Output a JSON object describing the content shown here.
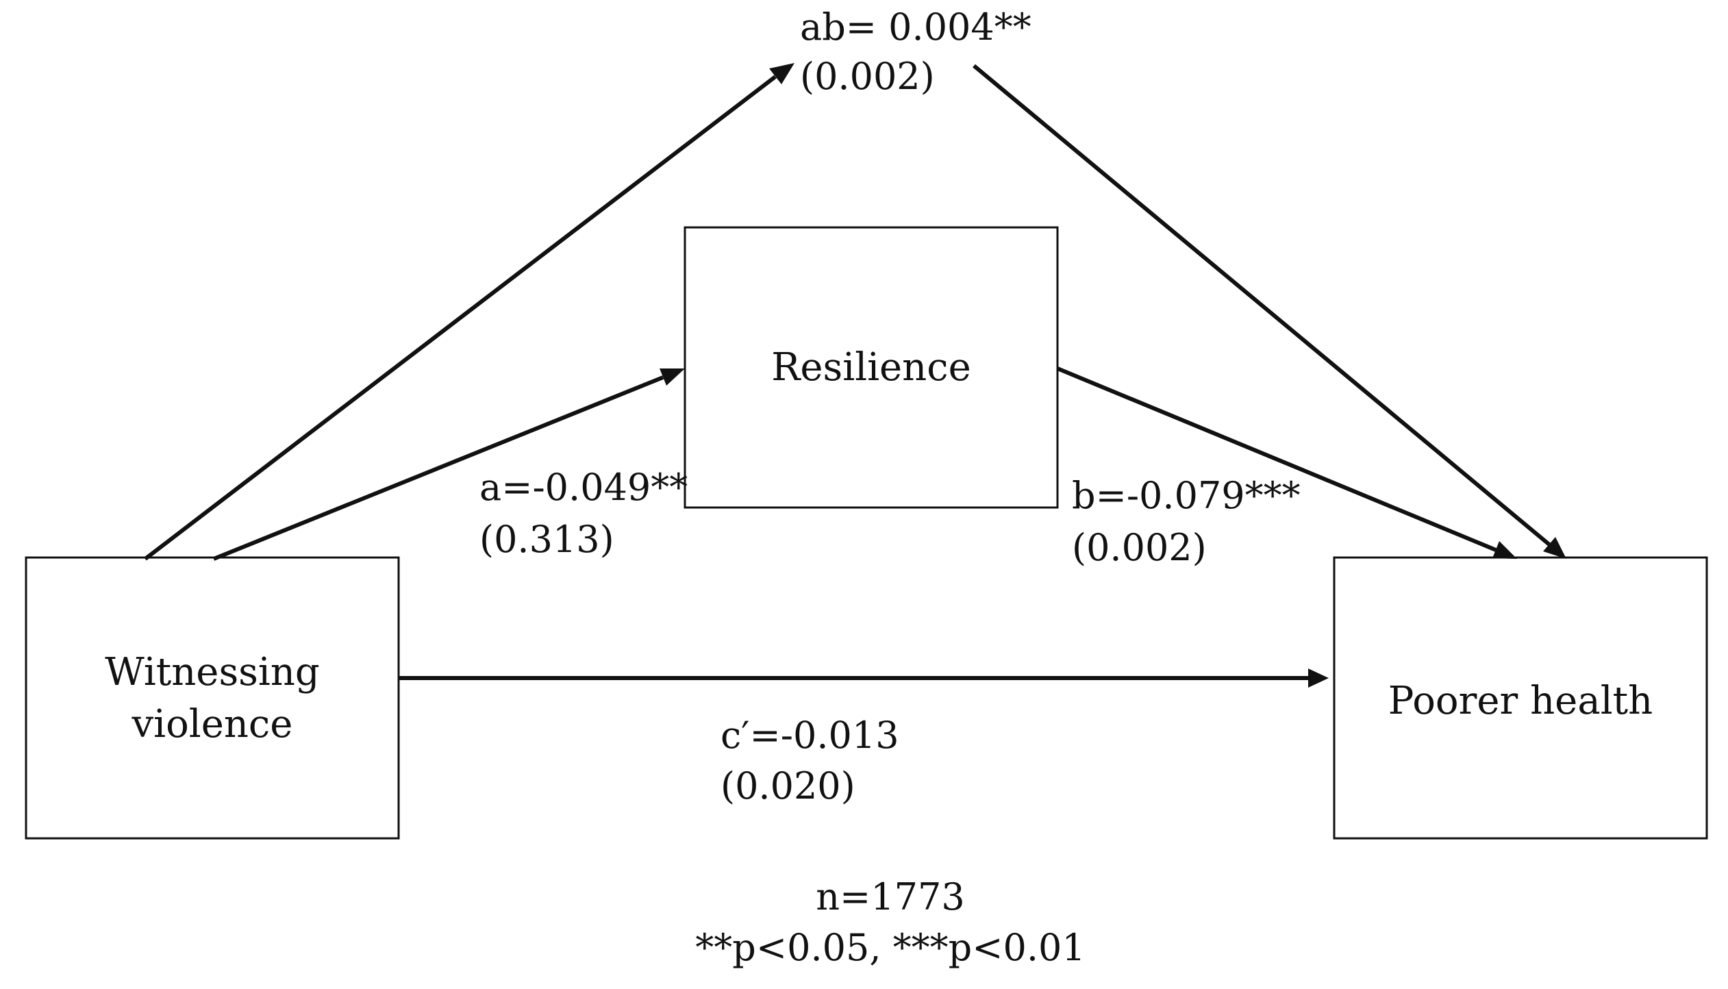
{
  "nodes": {
    "witnessing": {
      "line1": "Witnessing",
      "line2": "violence"
    },
    "resilience": {
      "label": "Resilience"
    },
    "poorer_health": {
      "label": "Poorer health"
    }
  },
  "paths": {
    "ab": {
      "coef": "ab= 0.004**",
      "se": "(0.002)"
    },
    "a": {
      "coef": "a=-0.049**",
      "se": "(0.313)"
    },
    "b": {
      "coef": "b=-0.079***",
      "se": "(0.002)"
    },
    "c_prime": {
      "coef": "c′=-0.013",
      "se": "(0.020)"
    }
  },
  "notes": {
    "n": "n=1773",
    "significance": "**p<0.05, ***p<0.01"
  }
}
